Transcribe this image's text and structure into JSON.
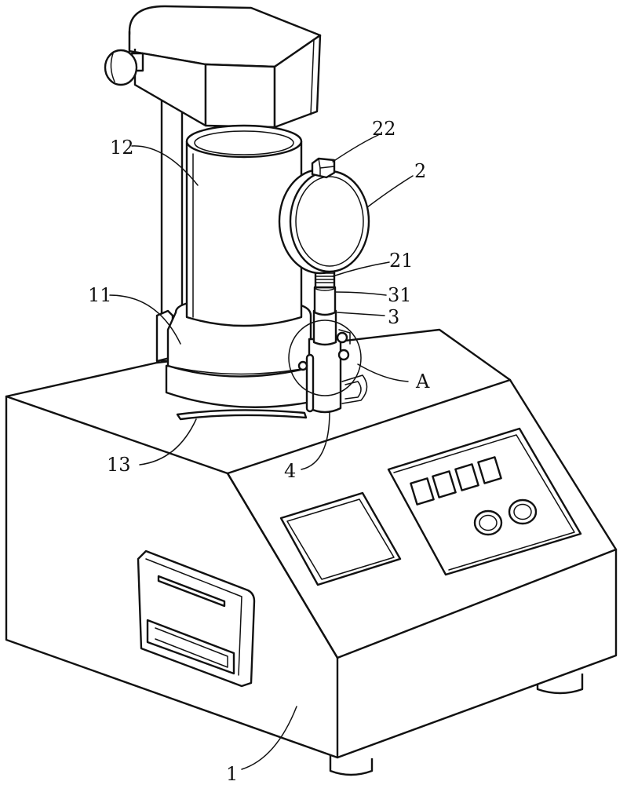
{
  "labels": {
    "l22": "22",
    "l2": "2",
    "l12": "12",
    "l21": "21",
    "l31": "31",
    "l11": "11",
    "l3": "3",
    "lA": "A",
    "l13": "13",
    "l4": "4",
    "l1": "1"
  }
}
